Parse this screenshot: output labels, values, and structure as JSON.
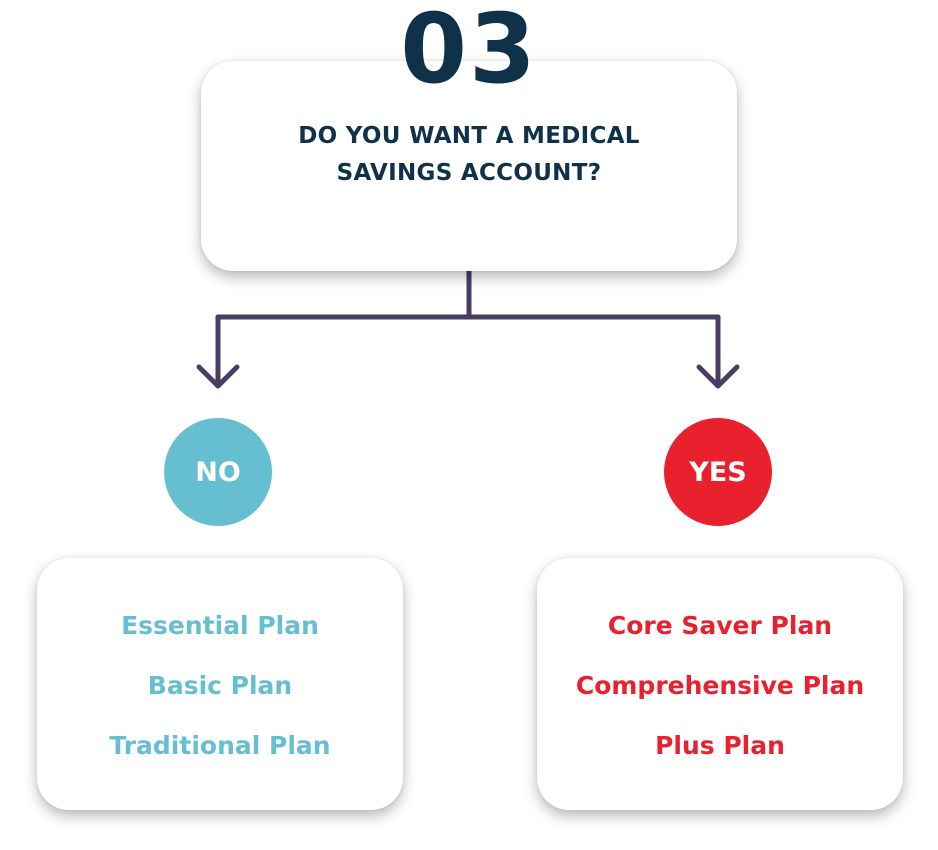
{
  "step_number": "03",
  "question": "DO YOU WANT A MEDICAL SAVINGS ACCOUNT?",
  "colors": {
    "dark": "#0f3149",
    "connector": "#4a3d63",
    "no": "#66bfd1",
    "yes": "#e9212f"
  },
  "branches": {
    "no": {
      "label": "NO",
      "plans": [
        "Essential Plan",
        "Basic Plan",
        "Traditional Plan"
      ]
    },
    "yes": {
      "label": "YES",
      "plans": [
        "Core Saver Plan",
        "Comprehensive Plan",
        "Plus Plan"
      ]
    }
  }
}
